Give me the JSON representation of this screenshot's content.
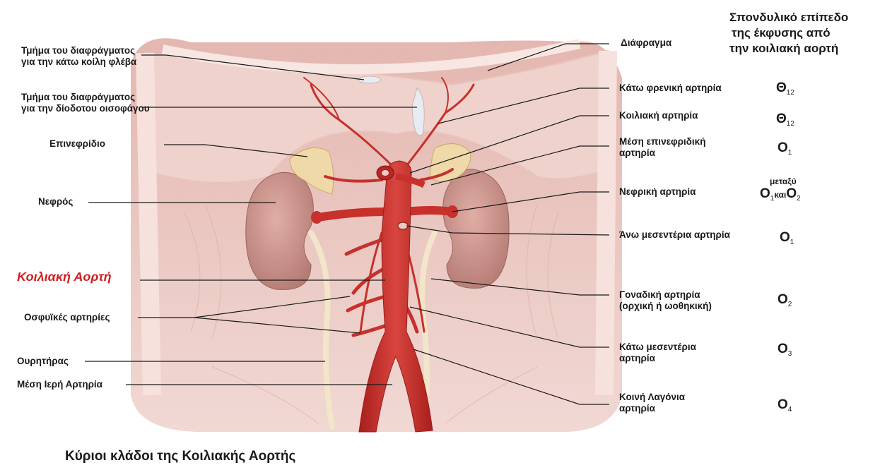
{
  "heading": {
    "line1": "Σπονδυλικό επίπεδο",
    "line2": "της έκφυσης από",
    "line3": "την κοιλιακή αορτή"
  },
  "caption": "Κύριοι κλάδοι της Κοιλιακής Αορτής",
  "left_labels": {
    "ivc_l1": "Τμήμα του διαφράγματος",
    "ivc_l2": "για την κάτω κοίλη φλέβα",
    "eso_l1": "Τμήμα του διαφράγματος",
    "eso_l2": "για την δίοδοτου οισοφάγου",
    "adrenal": "Επινεφρίδιο",
    "kidney": "Νεφρός",
    "aorta": "Κοιλιακή Αορτή",
    "lumbar": "Οσφυϊκές αρτηρίες",
    "ureter": "Ουρητήρας",
    "median_sacral": "Μέση Ιερή Αρτηρία"
  },
  "right_labels": {
    "diaphragm": "Διάφραγμα",
    "inf_phrenic": "Κάτω φρενική αρτηρία",
    "celiac": "Κοιλιακή αρτηρία",
    "mid_adrenal_l1": "Μέση επινεφριδική",
    "mid_adrenal_l2": "αρτηρία",
    "renal": "Νεφρική αρτηρία",
    "sup_mesenteric": "Άνω μεσεντέρια αρτηρία",
    "gonadal_l1": "Γοναδική αρτηρία",
    "gonadal_l2": "(ορχική ή ωοθηκική)",
    "inf_mesenteric_l1": "Κάτω μεσεντέρια",
    "inf_mesenteric_l2": "αρτηρία",
    "common_iliac_l1": "Κοινή Λαγόνια",
    "common_iliac_l2": "αρτηρία"
  },
  "levels": {
    "inf_phrenic": {
      "letter": "Θ",
      "num": "12"
    },
    "celiac": {
      "letter": "Θ",
      "num": "12"
    },
    "mid_adrenal": {
      "letter": "Ο",
      "num": "1"
    },
    "renal_between": "μεταξύ",
    "renal_a": {
      "letter": "Ο",
      "num": "1"
    },
    "renal_and": "και",
    "renal_b": {
      "letter": "Ο",
      "num": "2"
    },
    "sup_mesenteric": {
      "letter": "Ο",
      "num": "1"
    },
    "gonadal": {
      "letter": "Ο",
      "num": "2"
    },
    "inf_mesenteric": {
      "letter": "Ο",
      "num": "3"
    },
    "common_iliac": {
      "letter": "Ο",
      "num": "4"
    }
  },
  "colors": {
    "artery": "#c8302b",
    "kidney": "#c98e86",
    "adrenal": "#f0d9a8",
    "background_tissue": "#ecc9c3",
    "ureter": "#f2e5c9"
  }
}
